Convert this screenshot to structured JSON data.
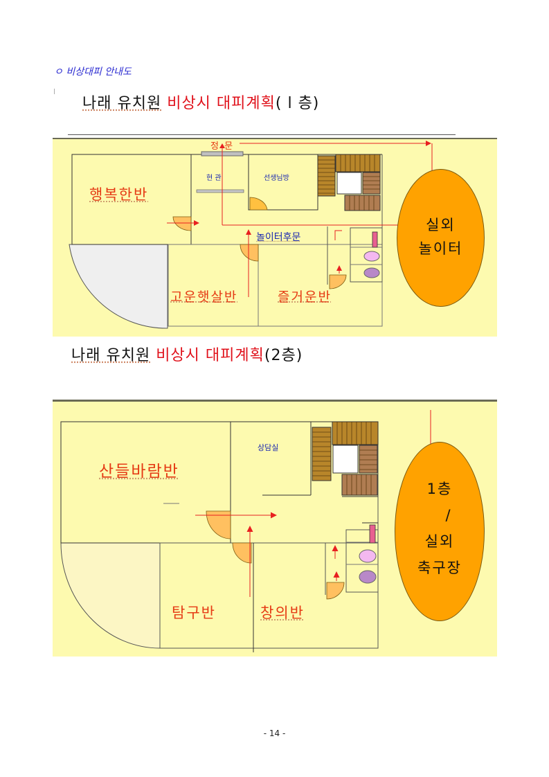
{
  "section_heading": "ㅇ 비상대피 안내도",
  "floor1": {
    "title": {
      "school": "나래 유치원",
      "red": "비상시 대피계획",
      "suffix": "( l 층)"
    },
    "labels": {
      "main_gate": "정 문",
      "entrance": "현  관",
      "teachers_room": "선생님방",
      "playground_back_gate": "놀이터후문"
    },
    "rooms": [
      "행복한반",
      "고운햇살반",
      "즐거운반"
    ],
    "destination": [
      "실외",
      "놀이터"
    ]
  },
  "floor2": {
    "title": {
      "school": "나래 유치원",
      "red": "비상시 대피계획",
      "suffix": "(2층)"
    },
    "labels": {
      "counseling_room": "상담실"
    },
    "rooms": [
      "산들바람반",
      "탐구반",
      "창의반"
    ],
    "destination": [
      "1층",
      "/",
      "실외",
      "축구장"
    ]
  },
  "colors": {
    "plan_background": "#fdfaaf",
    "oval": "#ffa200",
    "arrow": "#e82020",
    "room_label": "#e53a14",
    "small_label": "#1a28b0",
    "door": "#ffc060"
  },
  "page_number": "- 14 -"
}
